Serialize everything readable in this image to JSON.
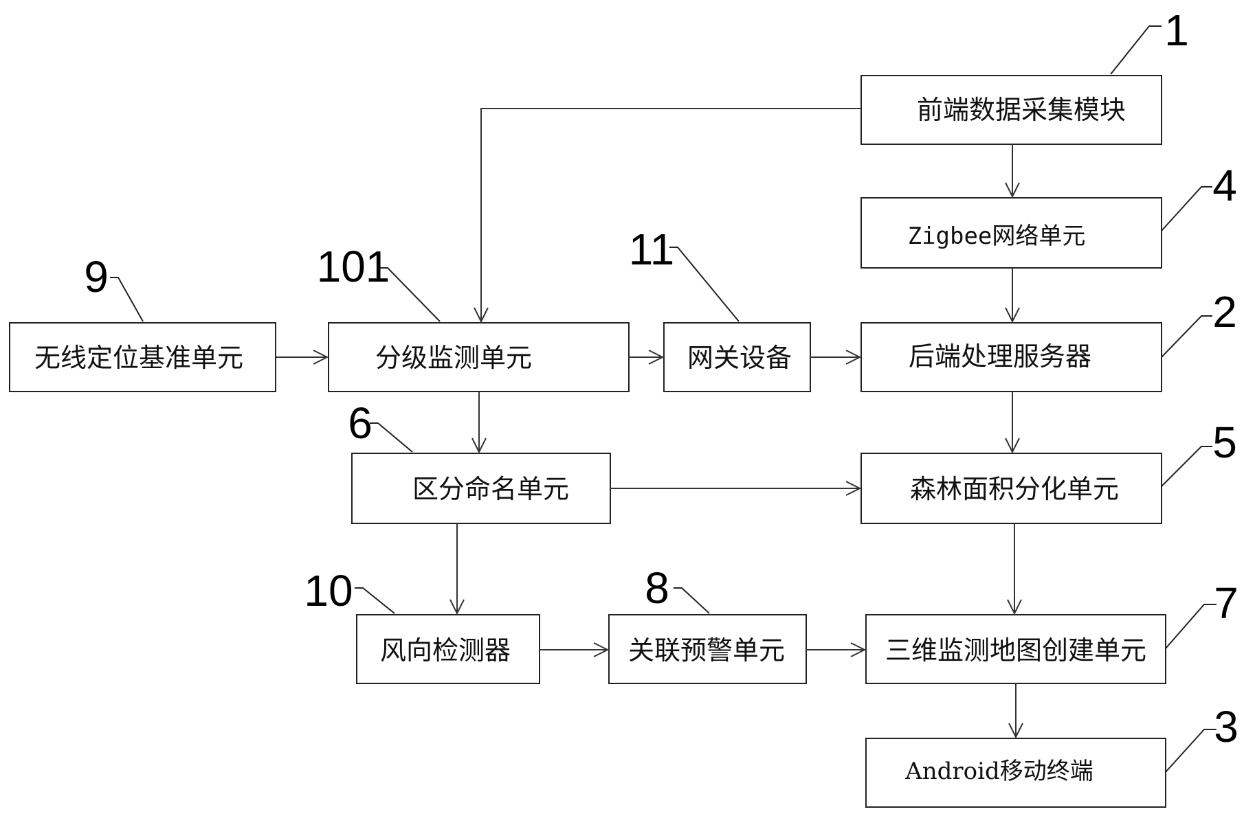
{
  "boxes": {
    "front_end": "前端数据采集模块",
    "zigbee": "Zigbee网络单元",
    "backend": "后端处理服务器",
    "forest": "森林面积分化单元",
    "map3d": "三维监测地图创建单元",
    "android": "Android移动终端",
    "wireless": "无线定位基准单元",
    "graded": "分级监测单元",
    "gateway": "网关设备",
    "naming": "区分命名单元",
    "wind": "风向检测器",
    "warning": "关联预警单元"
  },
  "ref_numbers": {
    "front_end": "1",
    "zigbee": "4",
    "backend": "2",
    "forest": "5",
    "map3d": "7",
    "android": "3",
    "wireless": "9",
    "graded": "101",
    "gateway": "11",
    "naming": "6",
    "wind": "10",
    "warning": "8"
  }
}
